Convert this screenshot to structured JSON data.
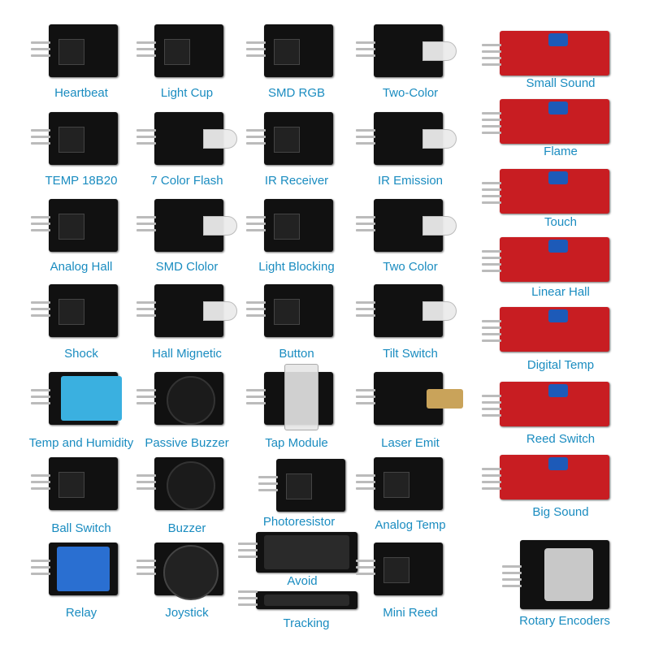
{
  "modules": [
    {
      "label": "Heartbeat",
      "type": "black"
    },
    {
      "label": "TEMP 18B20",
      "type": "black"
    },
    {
      "label": "Analog Hall",
      "type": "black"
    },
    {
      "label": "Shock",
      "type": "black"
    },
    {
      "label": "Temp and Humidity",
      "type": "dht"
    },
    {
      "label": "Ball Switch",
      "type": "black"
    },
    {
      "label": "Relay",
      "type": "relay"
    },
    {
      "label": "Light Cup",
      "type": "black"
    },
    {
      "label": "7 Color Flash",
      "type": "led"
    },
    {
      "label": "SMD Clolor",
      "type": "led"
    },
    {
      "label": "Hall Mignetic",
      "type": "led"
    },
    {
      "label": "Passive Buzzer",
      "type": "buzzer"
    },
    {
      "label": "Buzzer",
      "type": "buzzer"
    },
    {
      "label": "Joystick",
      "type": "joystick"
    },
    {
      "label": "SMD RGB",
      "type": "black"
    },
    {
      "label": "IR Receiver",
      "type": "black"
    },
    {
      "label": "Light Blocking",
      "type": "black"
    },
    {
      "label": "Button",
      "type": "black"
    },
    {
      "label": "Tap Module",
      "type": "tap"
    },
    {
      "label": "Photoresistor",
      "type": "black"
    },
    {
      "label": "Avoid",
      "type": "strip"
    },
    {
      "label": "Tracking",
      "type": "strip"
    },
    {
      "label": "Two-Color",
      "type": "led"
    },
    {
      "label": "IR Emission",
      "type": "led"
    },
    {
      "label": "Two Color",
      "type": "led"
    },
    {
      "label": "Tilt Switch",
      "type": "led"
    },
    {
      "label": "Laser Emit",
      "type": "laser"
    },
    {
      "label": "Analog Temp",
      "type": "black"
    },
    {
      "label": "Mini Reed",
      "type": "black"
    },
    {
      "label": "Small Sound",
      "type": "red"
    },
    {
      "label": "Flame",
      "type": "red"
    },
    {
      "label": "Touch",
      "type": "red"
    },
    {
      "label": "Linear Hall",
      "type": "red"
    },
    {
      "label": "Digital Temp",
      "type": "red"
    },
    {
      "label": "Reed Switch",
      "type": "red"
    },
    {
      "label": "Big Sound",
      "type": "red"
    },
    {
      "label": "Rotary Encoders",
      "type": "encoder"
    }
  ],
  "colors": {
    "label": "#1a8cc0",
    "board": "#111111",
    "red_board": "#c81d22"
  }
}
